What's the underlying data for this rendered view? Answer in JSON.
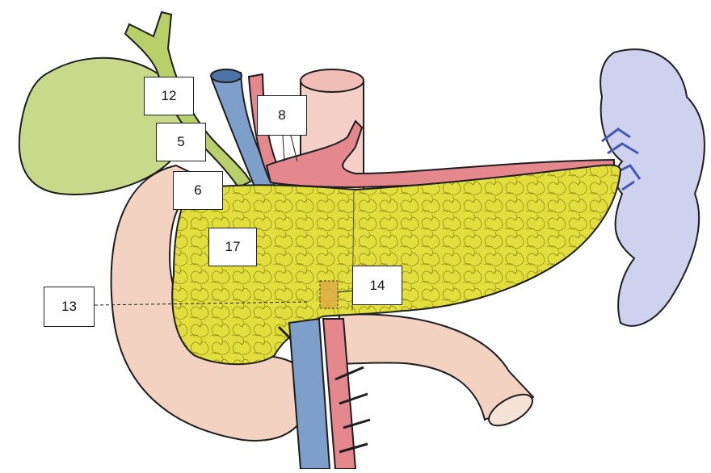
{
  "labels": [
    {
      "id": "12",
      "text": "12"
    },
    {
      "id": "8",
      "text": "8"
    },
    {
      "id": "5",
      "text": "5"
    },
    {
      "id": "6",
      "text": "6"
    },
    {
      "id": "17",
      "text": "17"
    },
    {
      "id": "14",
      "text": "14"
    },
    {
      "id": "13",
      "text": "13"
    }
  ],
  "colors": {
    "gallbladder": "#c9d98a",
    "duodenum": "#f3d2c2",
    "pancreas": "#e2de3e",
    "portal_vein": "#7d9fc9",
    "artery": "#e5888e",
    "aorta": "#f5d0c8",
    "spleen": "#cfd2ee",
    "bile_duct": "#b8cf6a",
    "outline": "#1e1e1e"
  }
}
